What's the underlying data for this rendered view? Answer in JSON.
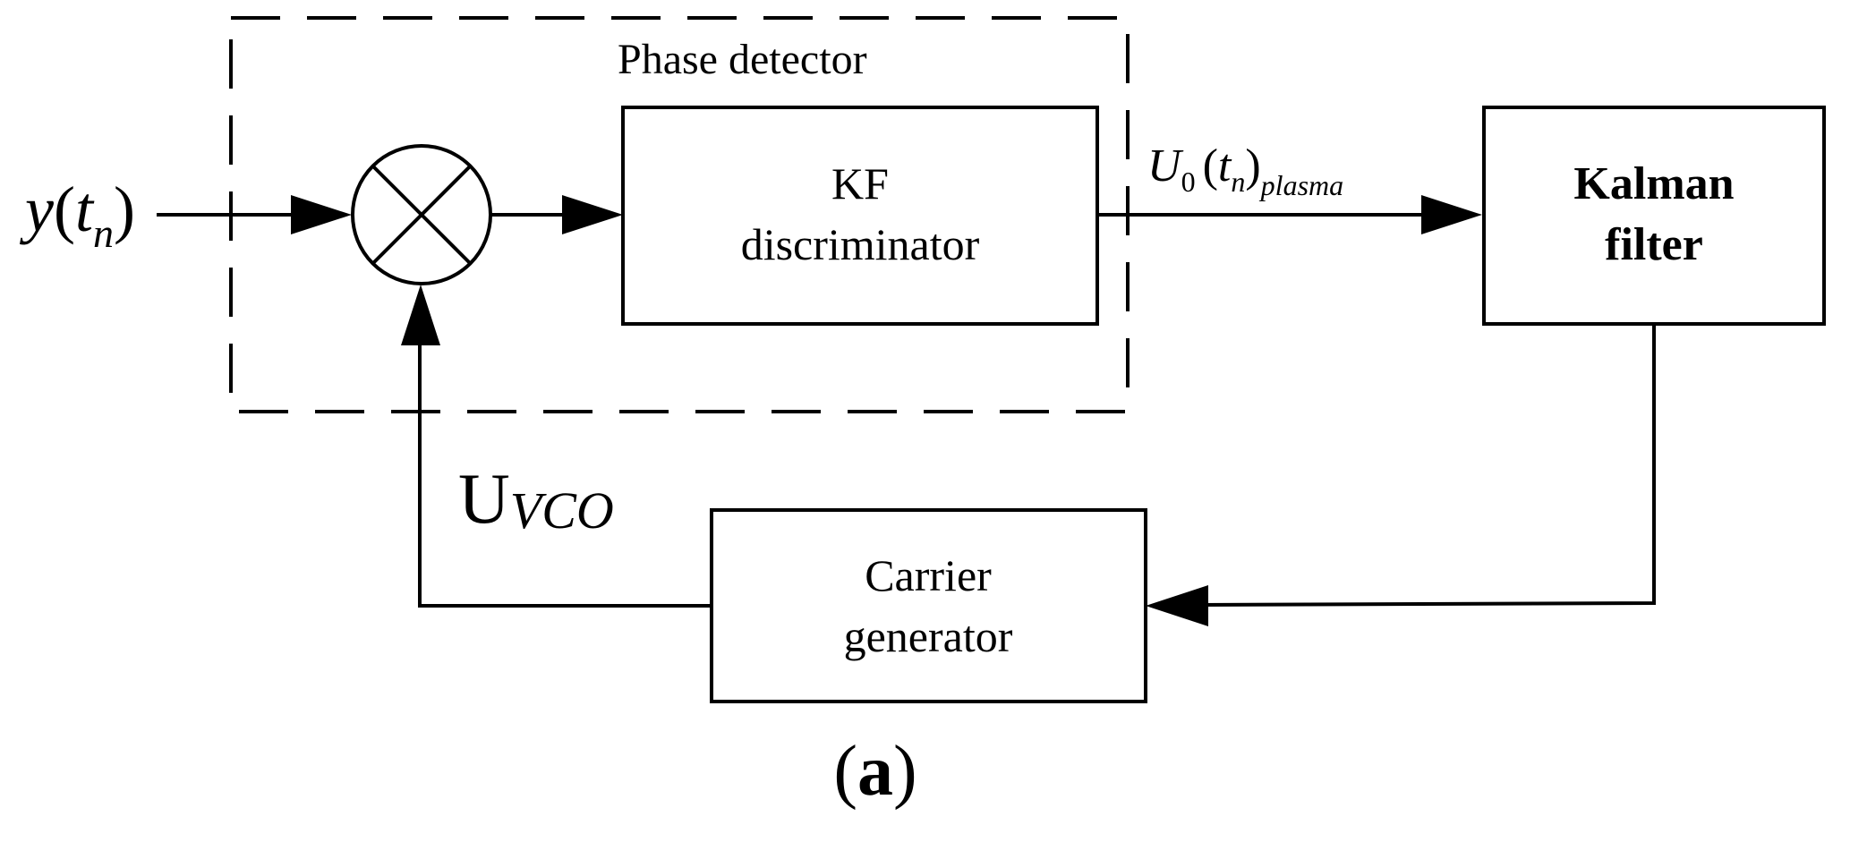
{
  "diagram": {
    "group_label": "Phase detector",
    "input_signal": {
      "base": "y",
      "open_paren": "(",
      "var": "t",
      "sub": "n",
      "close_paren": ")"
    },
    "output_signal": {
      "base": "U",
      "base_sub": "0",
      "open_paren": "(",
      "var": "t",
      "sub": "n",
      "close_paren": ")",
      "tail_sub": "plasma"
    },
    "feedback_signal": {
      "base": "U",
      "sub": "VCO"
    },
    "blocks": {
      "discriminator": {
        "line1": "KF",
        "line2": "discriminator"
      },
      "kalman": {
        "line1": "Kalman",
        "line2": "filter"
      },
      "carrier": {
        "line1": "Carrier",
        "line2": "generator"
      }
    },
    "caption": {
      "open": "(",
      "letter": "a",
      "close": ")"
    }
  }
}
